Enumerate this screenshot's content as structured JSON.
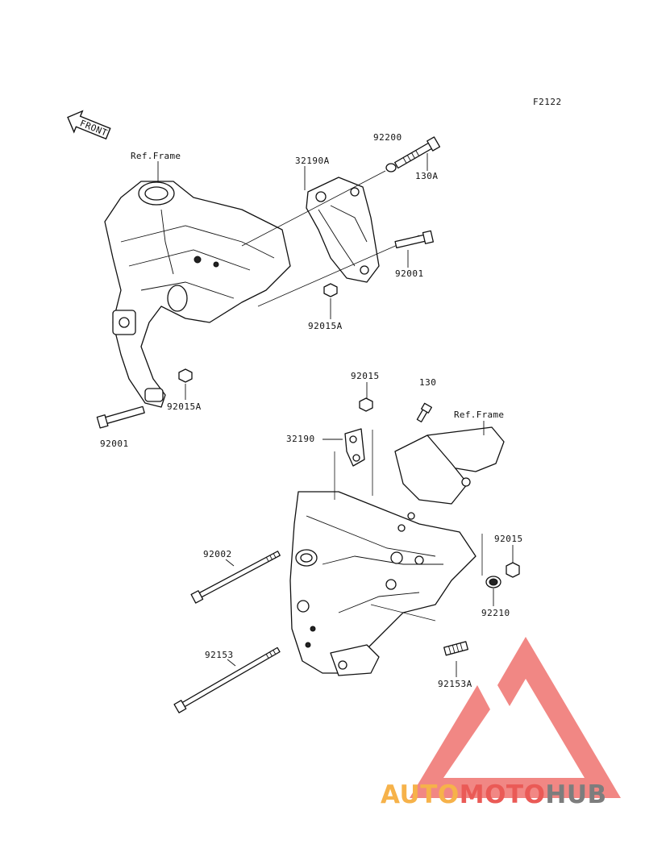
{
  "diagram": {
    "figure_code": "F2122",
    "front_arrow_label": "FRONT",
    "ref_frame_top": "Ref.Frame",
    "ref_frame_bottom": "Ref.Frame",
    "callouts": {
      "c92200": "92200",
      "c130A": "130A",
      "c32190A": "32190A",
      "c92001_right": "92001",
      "c92015A_top": "92015A",
      "c92015A_left": "92015A",
      "c92001_left": "92001",
      "c92015_top": "92015",
      "c130": "130",
      "c32190": "32190",
      "c92002": "92002",
      "c92015_right": "92015",
      "c92210": "92210",
      "c92153": "92153",
      "c92153A": "92153A"
    }
  },
  "watermark": {
    "part1": "AUTO",
    "part2": "MOTO",
    "part3": "HUB",
    "colors": {
      "orange": "#f6b24a",
      "red": "#ea5a56",
      "gray": "#7d7d7d",
      "triangle": "#f07a77"
    }
  }
}
